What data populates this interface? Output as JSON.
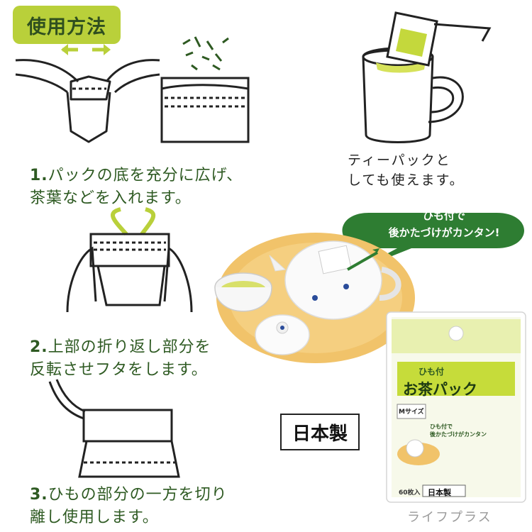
{
  "header": {
    "title": "使用方法"
  },
  "steps": [
    {
      "number": "1.",
      "line1": "パックの底を充分に広げ、",
      "line2": "茶葉などを入れます。"
    },
    {
      "number": "2.",
      "line1": "上部の折り返し部分を",
      "line2": "反転させフタをします。"
    },
    {
      "number": "3.",
      "line1": "ひもの部分の一方を切り",
      "line2": "離し使用します。"
    }
  ],
  "tea_pack_note": {
    "line1": "ティーパックと",
    "line2": "しても使えます。"
  },
  "bubble": {
    "line1": "ひも付で",
    "line2": "後かたづけがカンタン!"
  },
  "made_in": "日本製",
  "package": {
    "name_line1": "ひも付",
    "name_line2": "お茶パック",
    "size": "Mサイズ",
    "count": "60枚入",
    "badge_line1": "ひも付で",
    "badge_line2": "後かたづけがカンタン",
    "made_in": "日本製"
  },
  "watermark": "ライフプラス",
  "colors": {
    "accent_green": "#b9d03a",
    "text_green": "#2e5a22",
    "bubble_green": "#2e7d32"
  }
}
